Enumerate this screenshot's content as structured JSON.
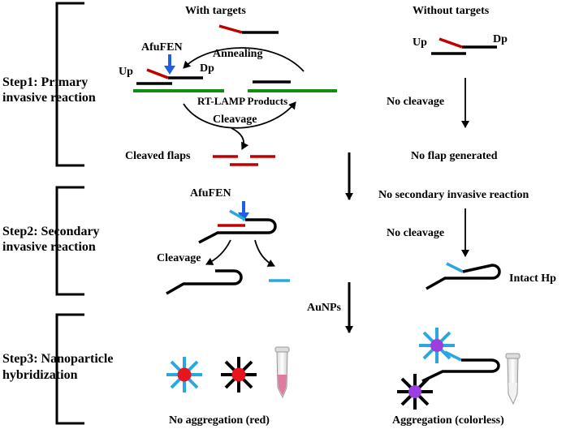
{
  "steps": {
    "step1": [
      "Step1: Primary",
      "invasive reaction"
    ],
    "step2": [
      "Step2: Secondary",
      "invasive reaction"
    ],
    "step3": [
      "Step3: Nanoparticle",
      "hybridization"
    ]
  },
  "headers": {
    "with_targets": "With targets",
    "without_targets": "Without targets"
  },
  "labels": {
    "afufen_1": "AfuFEN",
    "up_left": "Up",
    "dp_left": "Dp",
    "annealing": "Annealing",
    "rt_lamp": "RT-LAMP Products",
    "cleavage_1": "Cleavage",
    "cleaved_flaps": "Cleaved flaps",
    "up_right": "Up",
    "dp_right": "Dp",
    "no_cleavage_1": "No cleavage",
    "no_flap": "No flap generated",
    "no_secondary": "No secondary invasive reaction",
    "afufen_2": "AfuFEN",
    "cleavage_2": "Cleavage",
    "no_cleavage_2": "No cleavage",
    "intact_hp": "Intact Hp",
    "aunps": "AuNPs",
    "no_aggregation": "No aggregation (red)",
    "aggregation": "Aggregation (colorless)"
  },
  "colors": {
    "red_strand": "#c00000",
    "green_strand": "#138a13",
    "blue_probe": "#29a8e0",
    "enzyme_arrow": "#1f5fe0",
    "red_particle": "#e8141e",
    "purple_particle": "#9b3fe0"
  }
}
